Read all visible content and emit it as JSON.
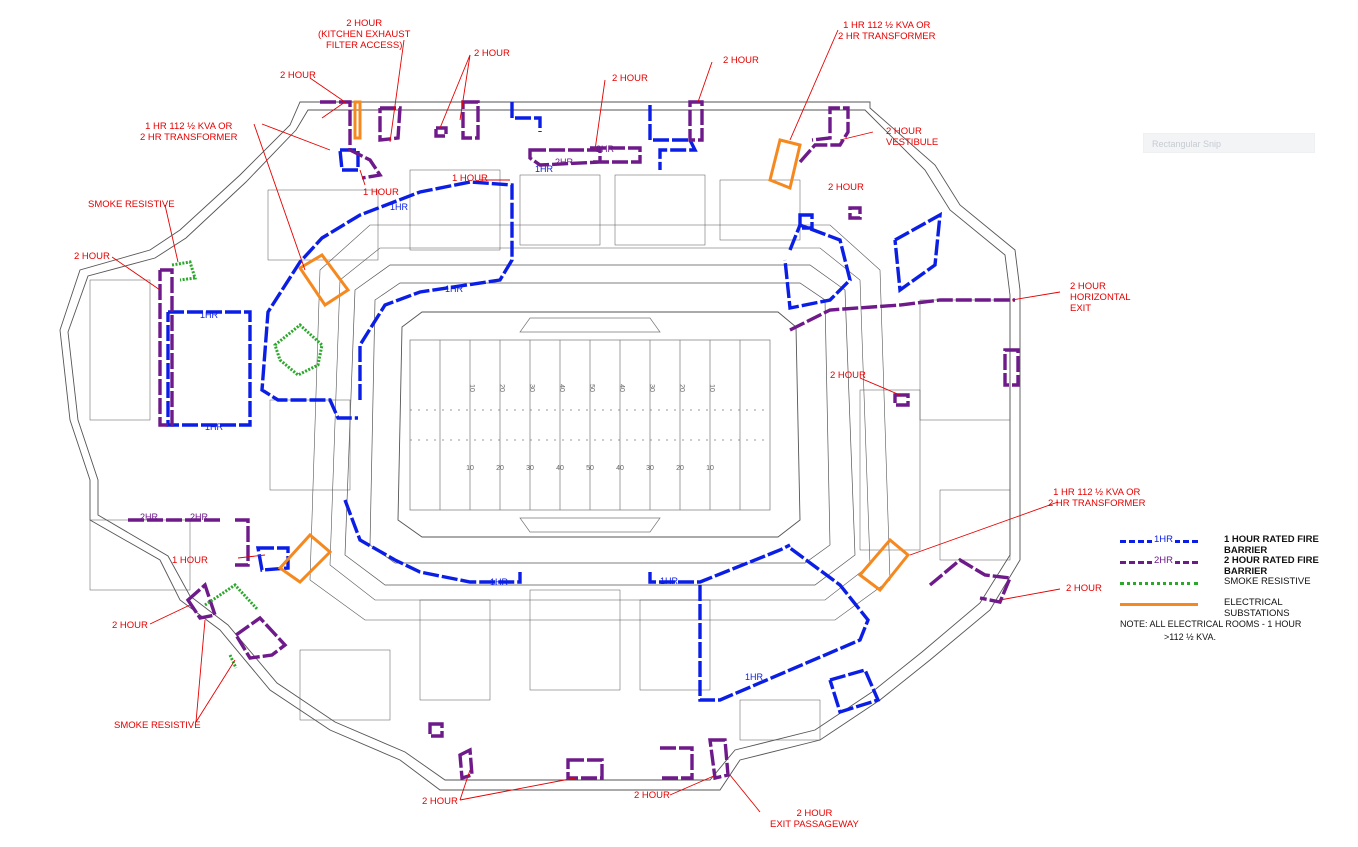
{
  "callouts": [
    {
      "id": "kitchen",
      "lines": [
        "2 HOUR",
        "(KITCHEN EXHAUST",
        "FILTER ACCESS)"
      ]
    },
    {
      "id": "top-2hr-a",
      "lines": [
        "2 HOUR"
      ]
    },
    {
      "id": "top-2hr-b",
      "lines": [
        "2 HOUR"
      ]
    },
    {
      "id": "top-2hr-c",
      "lines": [
        "2 HOUR"
      ]
    },
    {
      "id": "top-2hr-d",
      "lines": [
        "2 HOUR"
      ]
    },
    {
      "id": "transformer-tr",
      "lines": [
        "1 HR 112 ½ KVA OR",
        "2 HR TRANSFORMER"
      ]
    },
    {
      "id": "transformer-tl",
      "lines": [
        "1 HR 112 ½ KVA OR",
        "2 HR TRANSFORMER"
      ]
    },
    {
      "id": "vestibule",
      "lines": [
        "2 HOUR",
        "VESTIBULE"
      ]
    },
    {
      "id": "smoke-top",
      "lines": [
        "SMOKE RESISTIVE"
      ]
    },
    {
      "id": "left-2hr",
      "lines": [
        "2 HOUR"
      ]
    },
    {
      "id": "hallway-1hr",
      "lines": [
        "1 HOUR"
      ]
    },
    {
      "id": "small-1hr",
      "lines": [
        "1 HOUR"
      ]
    },
    {
      "id": "right-2hr-a",
      "lines": [
        "2 HOUR"
      ]
    },
    {
      "id": "horizontal-exit",
      "lines": [
        "2 HOUR",
        "HORIZONTAL",
        "EXIT"
      ]
    },
    {
      "id": "mid-2hr",
      "lines": [
        "2 HOUR"
      ]
    },
    {
      "id": "transformer-br",
      "lines": [
        "1 HR 112 ½ KVA OR",
        "2 HR TRANSFORMER"
      ]
    },
    {
      "id": "left-1hr",
      "lines": [
        "1 HOUR"
      ]
    },
    {
      "id": "lower-left-2hr",
      "lines": [
        "2 HOUR"
      ]
    },
    {
      "id": "right-2hr-b",
      "lines": [
        "2 HOUR"
      ]
    },
    {
      "id": "smoke-bottom",
      "lines": [
        "SMOKE RESISTIVE"
      ]
    },
    {
      "id": "bottom-2hr-a",
      "lines": [
        "2 HOUR"
      ]
    },
    {
      "id": "bottom-2hr-b",
      "lines": [
        "2 HOUR"
      ]
    },
    {
      "id": "exit-passageway",
      "lines": [
        "2 HOUR",
        "EXIT PASSAGEWAY"
      ]
    }
  ],
  "barrier_tags": {
    "one_hr": "1HR",
    "two_hr": "2HR"
  },
  "field_numbers": {
    "upper": [
      "10",
      "20",
      "30",
      "40",
      "50",
      "40",
      "30",
      "20",
      "10"
    ],
    "lower": [
      "10",
      "20",
      "30",
      "40",
      "50",
      "40",
      "30",
      "20",
      "10"
    ]
  },
  "legend": {
    "items": [
      {
        "tag": "1HR",
        "label": "1 HOUR RATED FIRE BARRIER",
        "color": "#0a1ee6",
        "style": "dash",
        "bold": true
      },
      {
        "tag": "2HR",
        "label": "2 HOUR RATED FIRE BARRIER",
        "color": "#6e1a8a",
        "style": "dash",
        "bold": true
      },
      {
        "tag": "",
        "label": "SMOKE RESISTIVE",
        "color": "#2aa82a",
        "style": "dotted",
        "bold": false
      },
      {
        "tag": "",
        "label": "ELECTRICAL SUBSTATIONS",
        "color": "#f5891f",
        "style": "solid",
        "bold": false
      }
    ]
  },
  "note": {
    "line1": "NOTE: ALL ELECTRICAL ROOMS - 1 HOUR",
    "line2": ">112 ½ KVA."
  },
  "snip_tool": {
    "label": "Rectangular Snip"
  },
  "colors": {
    "callout": "#e60000",
    "one_hr": "#0a1ee6",
    "two_hr": "#6e1a8a",
    "smoke": "#2aa82a",
    "substation": "#f5891f",
    "structure": "#555555"
  }
}
